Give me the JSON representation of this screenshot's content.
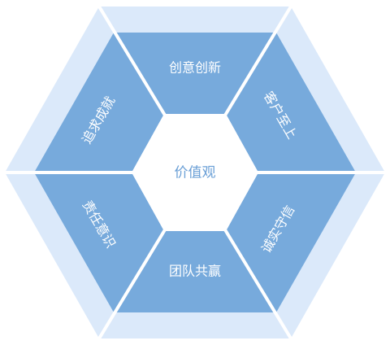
{
  "center": {
    "label": "价值观"
  },
  "segments": [
    {
      "id": "top",
      "label": "创意创新"
    },
    {
      "id": "upper-right",
      "label": "客户至上"
    },
    {
      "id": "lower-right",
      "label": "诚实守信"
    },
    {
      "id": "bottom",
      "label": "团队共赢"
    },
    {
      "id": "lower-left",
      "label": "责任意识"
    },
    {
      "id": "upper-left",
      "label": "追求成就"
    }
  ],
  "colors": {
    "outer_fill": "#dbe9fa",
    "segment_fill": "#77aadc",
    "center_fill": "#ffffff",
    "divider": "#ffffff",
    "center_text": "#6a9fd6",
    "segment_text": "#ffffff"
  }
}
